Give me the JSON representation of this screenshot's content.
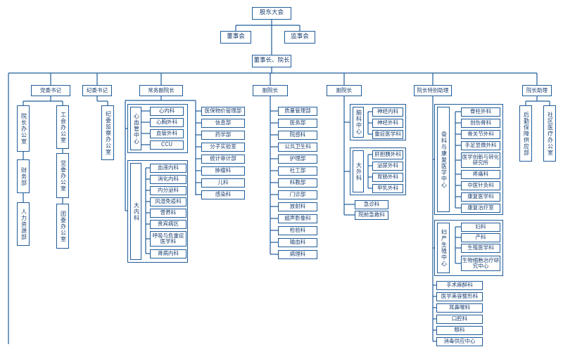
{
  "org": {
    "shareholders": "股东大会",
    "board": "董事会",
    "supervisory": "监事会",
    "chairman": "董事长、院长",
    "party_secretary": "党委书记",
    "discipline_secretary": "纪委书记",
    "exec_vp": "常务副院长",
    "vp_a": "副院长",
    "vp_b": "副院长",
    "special_assistant": "院长特别助理",
    "assistant": "院长助理",
    "president_office": "院长办公室",
    "finance": "财务部",
    "hr": "人力资源部",
    "union_office": "工会办公室",
    "party_office": "党委办公室",
    "youth_office": "团委办公室",
    "discipline_office": "纪委监察办公室",
    "cardio_center": "心血管中心",
    "cardio_units": [
      "心内科",
      "心胸外科",
      "血管外科",
      "CCU"
    ],
    "internal_center": "大内科",
    "internal_units": [
      "血液内科",
      "消化内科",
      "内分泌科",
      "风湿免疫科",
      "营养科",
      "贵宾病区",
      "呼吸与危重症医学科",
      "肾病内科"
    ],
    "exec_depts": [
      "医保物价管理部",
      "信息部",
      "药学部",
      "分子实验室",
      "统计审计部",
      "肿瘤科",
      "儿科",
      "感染科"
    ],
    "vp_a_depts": [
      "质量管理部",
      "医务部",
      "院感科",
      "公共卫生科",
      "护理部",
      "社工部",
      "科教部",
      "门诊部",
      "放射科",
      "超声影像科",
      "检验科",
      "输血科",
      "病理科"
    ],
    "brain_center": "脑科中心",
    "brain_units": [
      "神经内科",
      "神经外科",
      "重症医学科"
    ],
    "surgery_center": "大外科",
    "surgery_units": [
      "肝胆胰外科",
      "泌尿外科",
      "胃肠外科",
      "甲乳外科"
    ],
    "vp_b_depts": [
      "急诊科",
      "院前急救科"
    ],
    "ortho_center": "骨科与康复医学中心",
    "ortho_units": [
      "脊柱外科",
      "创伤骨科",
      "骨关节外科",
      "手足显微外科",
      "医学创新与转化研究所",
      "疼痛科",
      "中医针灸科",
      "康复医学科",
      "康复治疗室"
    ],
    "maternal_center": "妇产生殖中心",
    "maternal_units": [
      "妇科",
      "产科",
      "生殖医学科",
      "生物细胞治疗研究中心"
    ],
    "assistant_depts": [
      "手术麻醉科",
      "医学美容整形科",
      "耳鼻喉科",
      "口腔科",
      "眼科",
      "消毒供应中心"
    ],
    "logistics": "后勤保障供应部",
    "community": "社区医疗办公室"
  }
}
